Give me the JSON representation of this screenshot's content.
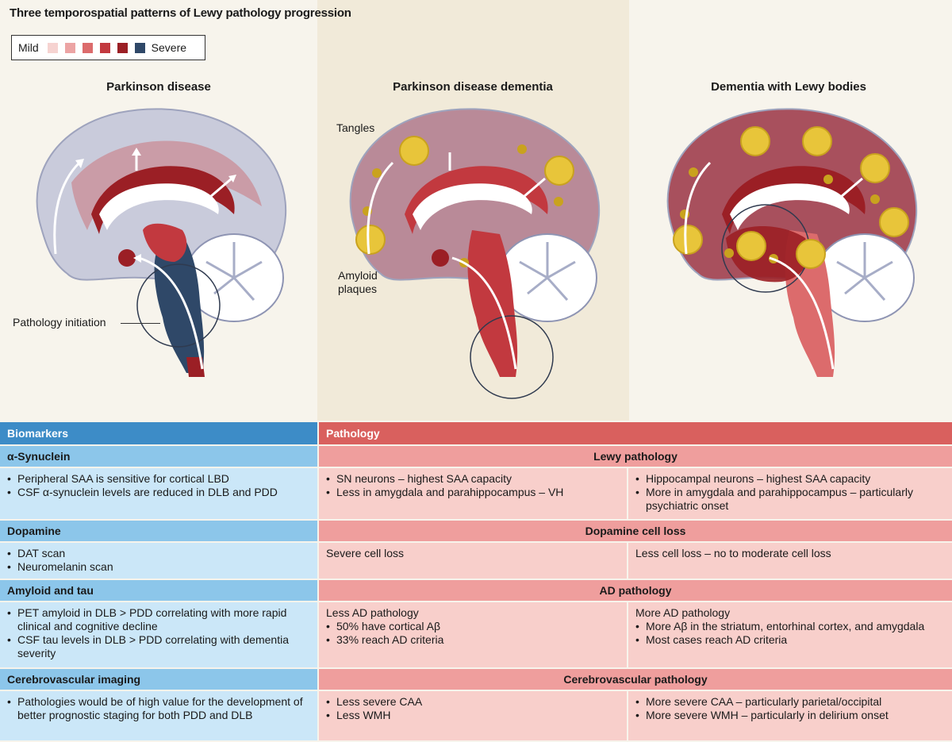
{
  "figure_title": "Three temporospatial patterns of Lewy pathology progression",
  "legend": {
    "mild_label": "Mild",
    "severe_label": "Severe",
    "colors": [
      "#f6d3d1",
      "#eca4a4",
      "#dc6b6c",
      "#c2393f",
      "#9b1f25",
      "#2f4868"
    ]
  },
  "panels": [
    {
      "title": "Parkinson disease",
      "annotation": "Pathology initiation"
    },
    {
      "title": "Parkinson disease dementia",
      "annotation_tangles": "Tangles",
      "annotation_amyloid_line1": "Amyloid",
      "annotation_amyloid_line2": "plaques"
    },
    {
      "title": "Dementia with Lewy bodies"
    }
  ],
  "table": {
    "col_biomarkers": "Biomarkers",
    "col_pathology": "Pathology",
    "rows": [
      {
        "biomarker": "α-Synuclein",
        "pathology": "Lewy pathology",
        "biomarker_items": [
          "Peripheral SAA is sensitive for cortical LBD",
          "CSF α-synuclein levels are reduced in DLB and PDD"
        ],
        "pdd_items": [
          "SN neurons – highest SAA capacity",
          "Less in amygdala and parahippocampus – VH"
        ],
        "dlb_items": [
          "Hippocampal neurons – highest SAA capacity",
          "More in amygdala and parahippocampus – particularly psychiatric onset"
        ]
      },
      {
        "biomarker": "Dopamine",
        "pathology": "Dopamine cell loss",
        "biomarker_items": [
          "DAT scan",
          "Neuromelanin scan"
        ],
        "pdd_text": "Severe cell loss",
        "dlb_text": "Less cell loss – no to moderate cell loss"
      },
      {
        "biomarker": "Amyloid and tau",
        "pathology": "AD pathology",
        "biomarker_items": [
          "PET amyloid in DLB > PDD correlating with more rapid clinical and cognitive decline",
          "CSF tau levels in DLB > PDD correlating with dementia severity"
        ],
        "pdd_text": "Less AD pathology",
        "pdd_items": [
          "50% have cortical Aβ",
          "33% reach AD criteria"
        ],
        "dlb_text": "More AD pathology",
        "dlb_items": [
          "More Aβ in the striatum, entorhinal cortex, and amygdala",
          "Most cases reach AD criteria"
        ]
      },
      {
        "biomarker": "Cerebrovascular imaging",
        "pathology": "Cerebrovascular pathology",
        "biomarker_items": [
          "Pathologies would be of high value for the development of better prognostic staging for both PDD and DLB"
        ],
        "pdd_items": [
          "Less severe CAA",
          "Less WMH"
        ],
        "dlb_items": [
          "More severe CAA – particularly parietal/occipital",
          "More severe WMH – particularly in delirium onset"
        ]
      }
    ]
  }
}
